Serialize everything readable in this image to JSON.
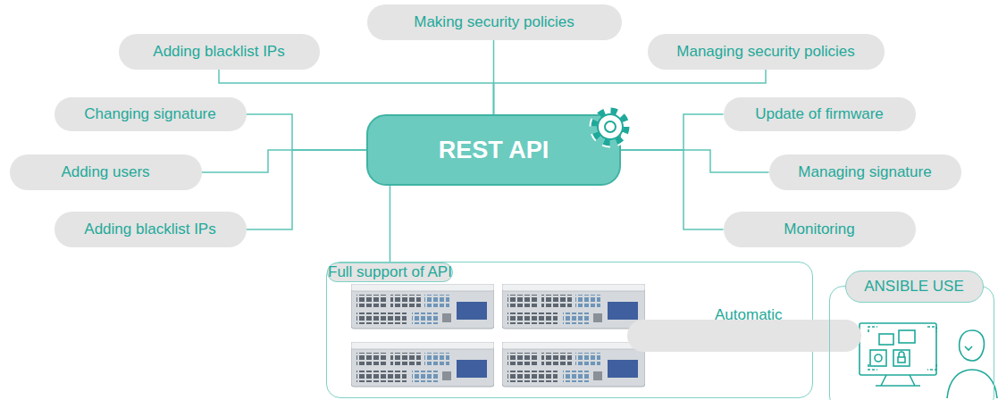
{
  "diagram": {
    "nodes": [
      {
        "text": [
          "REST API"
        ]
      },
      {
        "text": [
          "Adding blacklist IPs"
        ]
      },
      {
        "text": [
          "Making security policies"
        ]
      },
      {
        "text": [
          "Managing security policies"
        ]
      },
      {
        "text": [
          "Changing signature"
        ]
      },
      {
        "text": [
          "Adding users"
        ]
      },
      {
        "text": [
          "Adding blacklist IPs"
        ]
      },
      {
        "text": [
          "Update of firmware"
        ]
      },
      {
        "text": [
          "Managing signature"
        ]
      },
      {
        "text": [
          "Monitoring"
        ]
      },
      {
        "text": [
          "Full support of API"
        ]
      },
      {
        "text": [
          "Automatic"
        ],
        "in": 10
      },
      {
        "text": [
          "ANSIBLE USE"
        ]
      }
    ],
    "edges": [
      {
        "from": 0,
        "to": 1,
        "arrow": "none"
      },
      {
        "from": 0,
        "to": 2,
        "arrow": "none"
      },
      {
        "from": 0,
        "to": 3,
        "arrow": "none"
      },
      {
        "from": 0,
        "to": 4,
        "arrow": "none"
      },
      {
        "from": 0,
        "to": 5,
        "arrow": "none"
      },
      {
        "from": 0,
        "to": 6,
        "arrow": "none"
      },
      {
        "from": 0,
        "to": 7,
        "arrow": "none"
      },
      {
        "from": 0,
        "to": 8,
        "arrow": "none"
      },
      {
        "from": 0,
        "to": 9,
        "arrow": "none"
      },
      {
        "from": 0,
        "to": 10,
        "arrow": "none"
      },
      {
        "from": 11,
        "to": 12,
        "arrow": "none"
      }
    ]
  }
}
